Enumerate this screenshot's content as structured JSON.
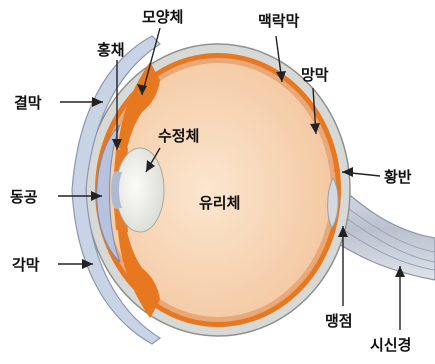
{
  "labels": {
    "moyangche": "모양체",
    "hongchae": "홍채",
    "gyeolmak": "결막",
    "sujeongche": "수정체",
    "donggong": "동공",
    "gangmak": "각막",
    "maengnakmak": "맥락막",
    "mangmak": "망막",
    "yurische": "유리체",
    "hwangban": "황반",
    "maengjeom": "맹점",
    "sisingyeong": "시신경"
  },
  "colors": {
    "sclera": "#d7d9d6",
    "sclera_edge": "#9a9c9a",
    "choroid": "#e7781f",
    "vitreous": "#f8d6b4",
    "retina": "#e9a878",
    "cornea": "#c8d1e6",
    "lens": "#eeeeea",
    "optic_nerve": "#c9cfd9"
  }
}
